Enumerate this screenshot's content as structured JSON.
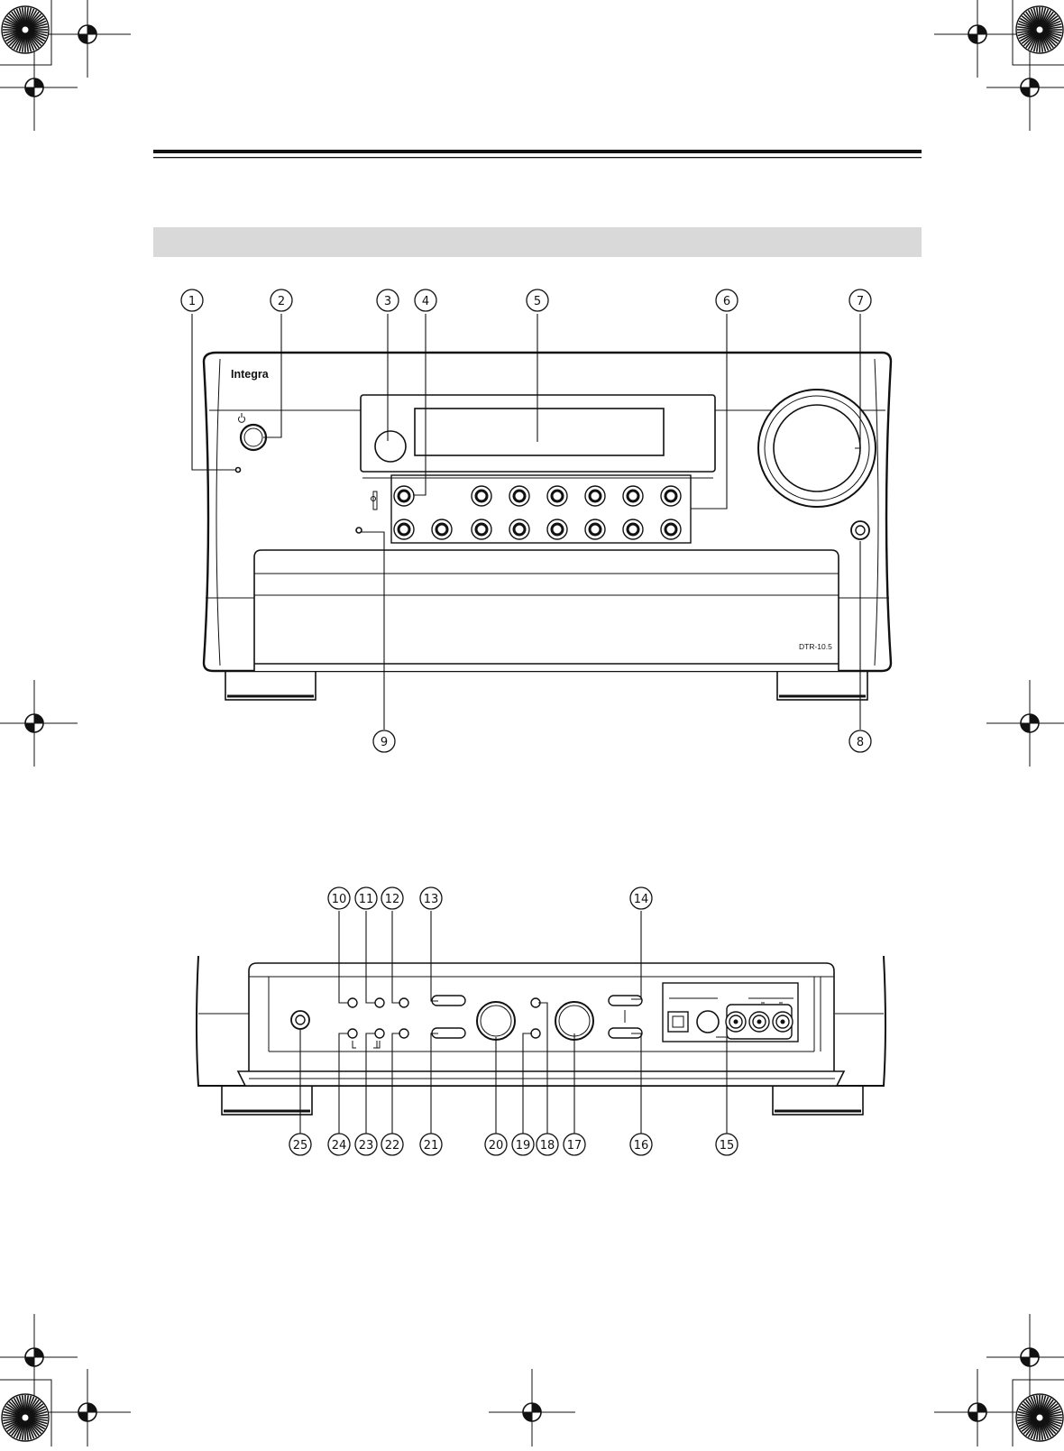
{
  "page": {
    "brand_logo": "Integra",
    "model_label": "DTR-10.5"
  },
  "front_panel_callouts": [
    {
      "num": "1"
    },
    {
      "num": "2"
    },
    {
      "num": "3"
    },
    {
      "num": "4"
    },
    {
      "num": "5"
    },
    {
      "num": "6"
    },
    {
      "num": "7"
    },
    {
      "num": "8"
    },
    {
      "num": "9"
    }
  ],
  "lower_panel_callouts": [
    {
      "num": "10"
    },
    {
      "num": "11"
    },
    {
      "num": "12"
    },
    {
      "num": "13"
    },
    {
      "num": "14"
    },
    {
      "num": "15"
    },
    {
      "num": "16"
    },
    {
      "num": "17"
    },
    {
      "num": "18"
    },
    {
      "num": "19"
    },
    {
      "num": "20"
    },
    {
      "num": "21"
    },
    {
      "num": "22"
    },
    {
      "num": "23"
    },
    {
      "num": "24"
    },
    {
      "num": "25"
    }
  ],
  "colors": {
    "line": "#111111",
    "header_band": "#d9d9d9",
    "panel_fill": "#ffffff"
  },
  "icons": {
    "power_symbol": "power-icon",
    "registration_mark": "crosshair-target-icon",
    "color_wheel": "starburst-disc-icon"
  }
}
